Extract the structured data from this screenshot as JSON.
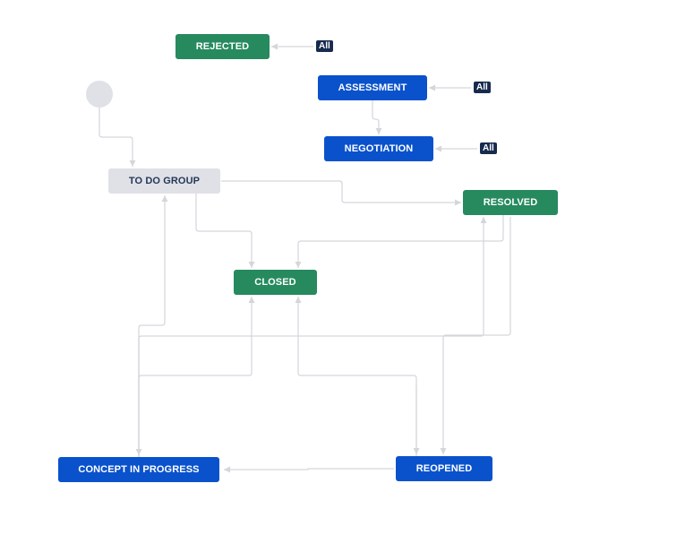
{
  "colors": {
    "green": "#268a5e",
    "blue": "#0a52cc",
    "grey": "#dfe1e6",
    "grey_text": "#253858",
    "badge": "#172b4d",
    "line": "#d4d6db",
    "start": "#dfe1e6"
  },
  "statuses": {
    "rejected": "REJECTED",
    "assessment": "ASSESSMENT",
    "negotiation": "NEGOTIATION",
    "todo_group": "TO DO GROUP",
    "resolved": "RESOLVED",
    "closed": "CLOSED",
    "concept_in_progress": "CONCEPT IN PROGRESS",
    "reopened": "REOPENED"
  },
  "global_transitions": {
    "rejected": "All",
    "assessment": "All",
    "negotiation": "All"
  }
}
